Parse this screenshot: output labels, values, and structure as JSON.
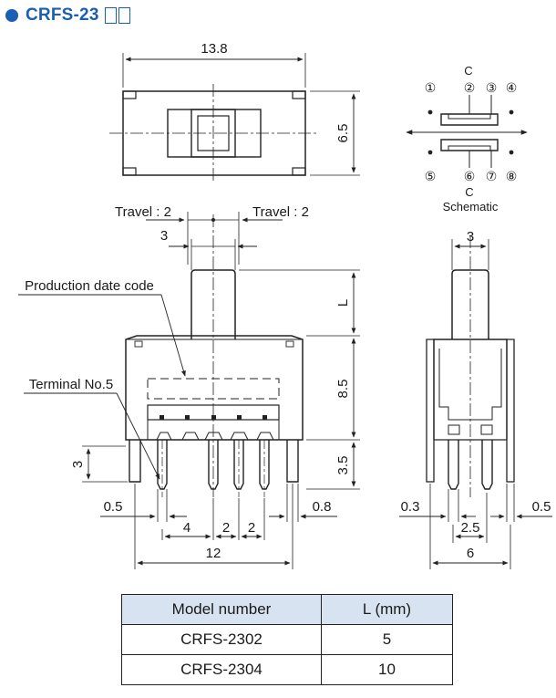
{
  "header": {
    "title": "CRFS-23"
  },
  "top_view": {
    "width_dim": "13.8",
    "height_dim": "6.5"
  },
  "schematic": {
    "label": "Schematic",
    "common_top": "C",
    "common_bottom": "C",
    "pins_top": [
      "①",
      "②",
      "③",
      "④"
    ],
    "pins_bottom": [
      "⑤",
      "⑥",
      "⑦",
      "⑧"
    ]
  },
  "front_view": {
    "travel_left": "Travel : 2",
    "travel_right": "Travel : 2",
    "actuator_width": "3",
    "production_date_label": "Production date code",
    "terminal_label": "Terminal No.5",
    "dim_L": "L",
    "dim_body_height": "8.5",
    "dim_pin_length": "3.5",
    "dim_lug_length": "3",
    "dim_pin_width": "0.5",
    "dim_lug_width": "0.8",
    "dim_pitch_4": "4",
    "dim_pitch_2a": "2",
    "dim_pitch_2b": "2",
    "dim_overall": "12"
  },
  "side_view": {
    "actuator_width": "3",
    "dim_pin_width": "0.3",
    "dim_lug_width": "0.5",
    "dim_pin_spacing": "2.5",
    "dim_overall": "6"
  },
  "table": {
    "headers": [
      "Model number",
      "L (mm)"
    ],
    "rows": [
      [
        "CRFS-2302",
        "5"
      ],
      [
        "CRFS-2304",
        "10"
      ]
    ]
  },
  "colors": {
    "accent": "#1a5fb4",
    "table_header_bg": "#d7e3f1"
  }
}
